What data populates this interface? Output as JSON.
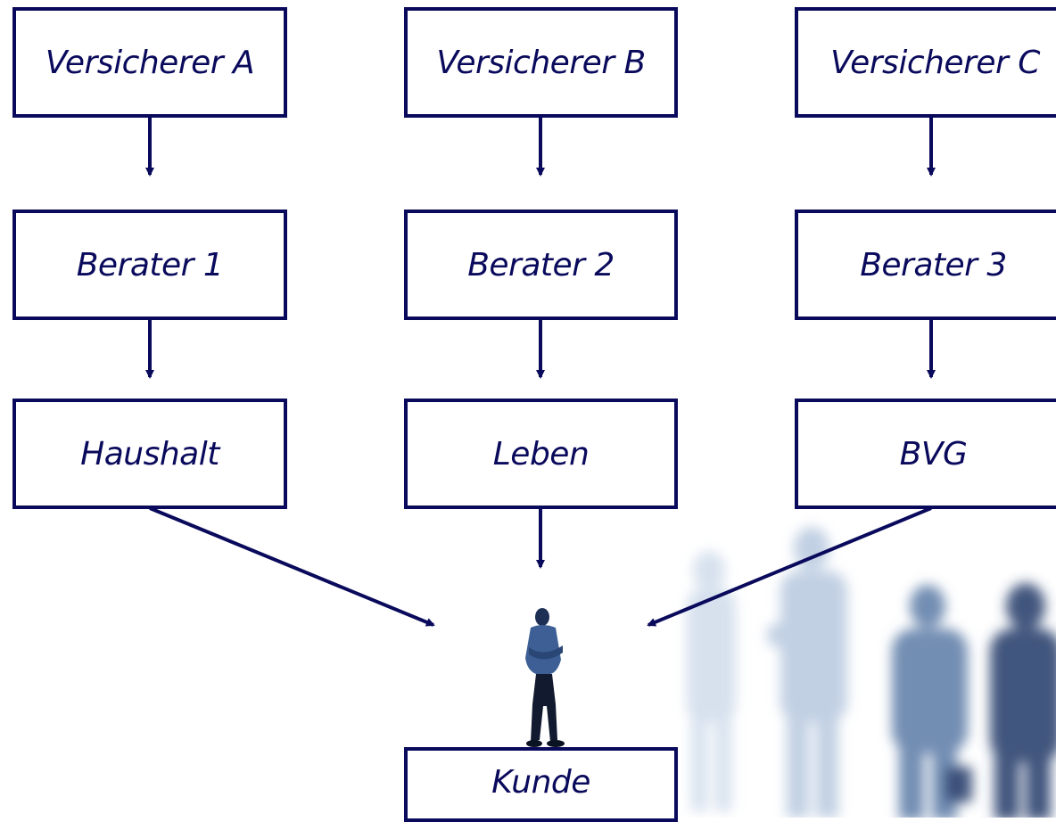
{
  "diagram": {
    "insurers": [
      "Versicherer A",
      "Versicherer B",
      "Versicherer C"
    ],
    "advisors": [
      "Berater 1",
      "Berater 2",
      "Berater 3"
    ],
    "products": [
      "Haushalt",
      "Leben",
      "BVG"
    ],
    "customer": "Kunde"
  },
  "colors": {
    "line": "#0a0a5c",
    "text": "#0a0a5c",
    "background": "#ffffff",
    "figure_dark": "#15254a",
    "figure_shirt": "#3a5a8c",
    "figure_faded": "#a9bcd6"
  }
}
